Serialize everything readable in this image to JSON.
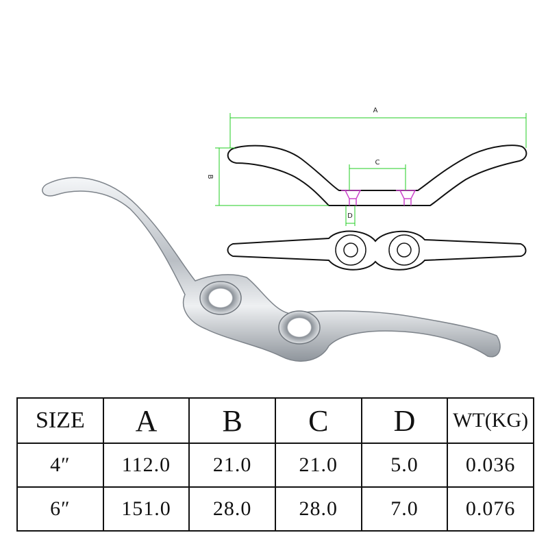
{
  "diagram": {
    "labels": {
      "a": "A",
      "b": "B",
      "c": "C",
      "d": "D"
    },
    "colors": {
      "dimension": "#22cc22",
      "countersink": "#cc44cc",
      "outline": "#111111",
      "metal": "#c8ccd0"
    }
  },
  "spec_table": {
    "headers": [
      "SIZE",
      "A",
      "B",
      "C",
      "D",
      "WT(KG)"
    ],
    "rows": [
      [
        "4″",
        "112.0",
        "21.0",
        "21.0",
        "5.0",
        "0.036"
      ],
      [
        "6″",
        "151.0",
        "28.0",
        "28.0",
        "7.0",
        "0.076"
      ]
    ]
  }
}
